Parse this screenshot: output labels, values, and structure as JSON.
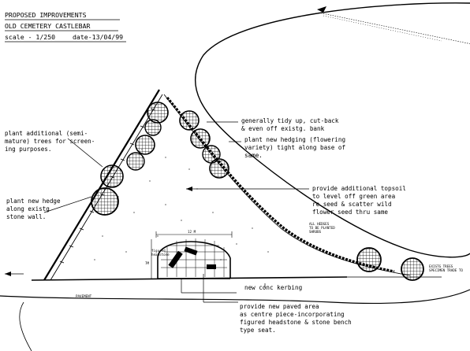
{
  "title": {
    "line1": "PROPOSED IMPROVEMENTS",
    "line2": "OLD CEMETERY CASTLEBAR",
    "scale": "scale - 1/250",
    "date": "date-13/04/99"
  },
  "notes": {
    "plant_trees": [
      "plant additional (semi-",
      "mature) trees for screen-",
      "ing purposes."
    ],
    "plant_hedge": [
      "plant new hedge",
      "along existg",
      "stone wall."
    ],
    "tidy_bank": [
      "generally tidy up, cut-back",
      "& even off existg. bank"
    ],
    "new_hedging": [
      "plant new hedging (flowering",
      "variety) tight along base of",
      "same."
    ],
    "topsoil": [
      "provide additional topsoil",
      "to level off green area",
      "re seed & scatter wild",
      "flower seed thru same"
    ],
    "kerbing": "new conc kerbing",
    "paved_area": [
      "provide new paved area",
      "as centre piece-incorporating",
      "figured headstone & stone bench",
      "type seat."
    ]
  },
  "small_labels": {
    "width_dim": "12 M",
    "headstone": [
      "figured",
      "headstone"
    ],
    "depth_dim": "7M",
    "existing_trees": [
      "EXISTG TREES",
      "SPECIMEN TRADE TO"
    ],
    "pavement": "PAVEMENT",
    "hedge_note": [
      "ALL HEDGES",
      "TO BE PLANTED",
      "SHRUBS"
    ]
  },
  "icons": [
    "north-arrow-icon",
    "tree-symbol-icon"
  ]
}
